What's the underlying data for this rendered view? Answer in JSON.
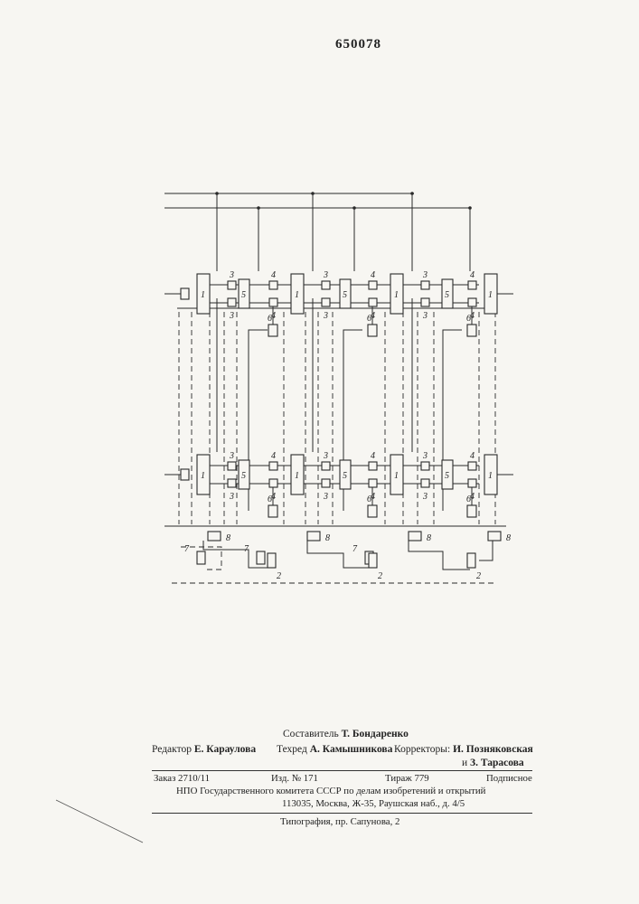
{
  "header": {
    "patent_number": "650078"
  },
  "schematic": {
    "block_labels": {
      "b1": "1",
      "b2": "2",
      "b3": "3",
      "b4": "4",
      "b5": "5",
      "b6": "6",
      "b7": "7",
      "b8": "8"
    }
  },
  "credits": {
    "compiler_label": "Составитель",
    "compiler_name": "Т. Бондаренко",
    "editor_label": "Редактор",
    "editor_name": "Е. Караулова",
    "tech_editor_label": "Техред",
    "tech_editor_name": "А. Камышникова",
    "proofreaders_label": "Корректоры:",
    "proofreader_1": "И. Позняковская",
    "proofreader_2_prefix": "и",
    "proofreader_2": "З. Тарасова"
  },
  "imprint": {
    "order": "Заказ 2710/11",
    "issue": "Изд. № 171",
    "circulation": "Тираж 779",
    "subscription": "Подписное",
    "organization": "НПО Государственного комитета СССР по делам изобретений и открытий",
    "address": "113035, Москва, Ж-35, Раушская наб., д. 4/5",
    "printing_house": "Типография, пр. Сапунова, 2"
  }
}
